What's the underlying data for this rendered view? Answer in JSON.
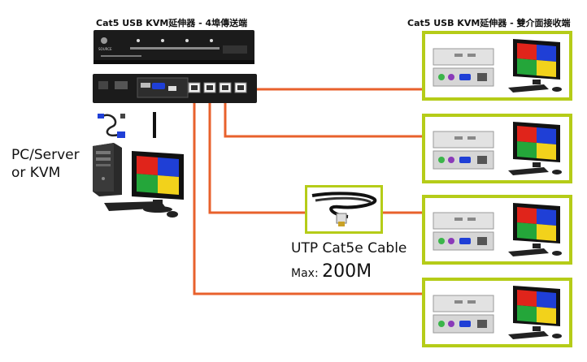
{
  "transmitter_title": "Cat5 USB KVM延伸器 - 4埠傳送端",
  "receiver_title": "Cat5 USB KVM延伸器 - 雙介面接收端",
  "source_label_line1": "PC/Server",
  "source_label_line2": "or KVM",
  "cable_label": "UTP Cat5e Cable",
  "max_prefix": "Max: ",
  "max_value": "200M",
  "colors": {
    "cable": "#e8612c",
    "frame": "#b5cc18",
    "device_dark": "#1b1b1b",
    "monitor_red": "#e0241b",
    "monitor_blue": "#1f3fd6",
    "monitor_green": "#24a63a",
    "monitor_yellow": "#f2d21b"
  },
  "receivers": [
    {
      "name": "receiver-1"
    },
    {
      "name": "receiver-2"
    },
    {
      "name": "receiver-3"
    },
    {
      "name": "receiver-4"
    }
  ]
}
